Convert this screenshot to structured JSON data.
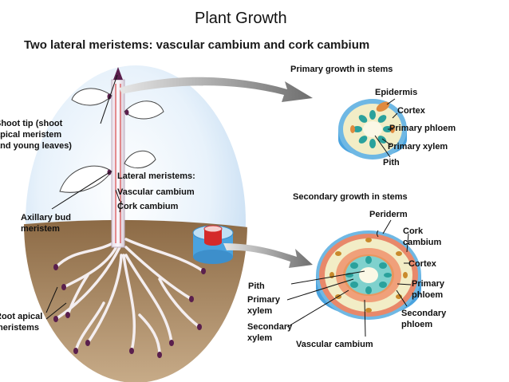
{
  "title": "Plant Growth",
  "subtitle": "Two lateral meristems: vascular cambium and cork cambium",
  "plant": {
    "shoot_tip": "Shoot tip (shoot\napical meristem\nand young leaves)",
    "lateral_meristems": "Lateral meristems:",
    "vascular_cambium": "Vascular cambium",
    "cork_cambium": "Cork cambium",
    "axillary_bud": "Axillary bud\nmeristem",
    "root_apical": "Root apical\nmeristems"
  },
  "primary": {
    "heading": "Primary growth in stems",
    "epidermis": "Epidermis",
    "cortex": "Cortex",
    "primary_phloem": "Primary phloem",
    "primary_xylem": "Primary xylem",
    "pith": "Pith"
  },
  "secondary": {
    "heading": "Secondary growth in stems",
    "periderm": "Periderm",
    "cork_cambium": "Cork\ncambium",
    "cortex": "Cortex",
    "primary_phloem": "Primary\nphloem",
    "secondary_phloem": "Secondary\nphloem",
    "pith": "Pith",
    "primary_xylem": "Primary\nxylem",
    "secondary_xylem": "Secondary\nxylem",
    "vascular_cambium": "Vascular cambium"
  },
  "colors": {
    "ellipse_background": "#dcebf7",
    "soil": "#a98a66",
    "stem_cambium_red": "#d42a2a",
    "cambium_cylinder_blue": "#4aa3df",
    "cortex_cream": "#f2edc6",
    "epidermis_blue": "#6fb8e4",
    "xylem_teal": "#2aa19c",
    "phloem_orange": "#e08a3e",
    "periderm_orange": "#e8886a",
    "arrow_gray": "#7a7a7a"
  }
}
